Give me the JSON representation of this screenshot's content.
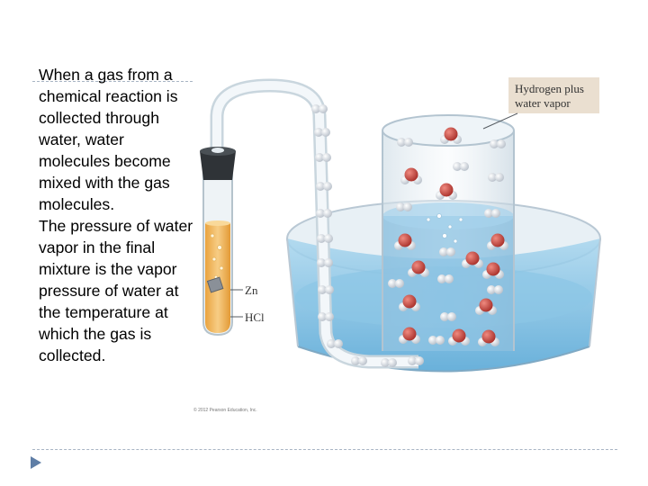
{
  "slide": {
    "paragraph_1": "When a gas from a chemical reaction is collected through water, water molecules become mixed with the gas molecules.",
    "paragraph_2": "The pressure of water vapor in the final mixture is the vapor pressure of water at the temperature at which the gas is collected."
  },
  "figure": {
    "callout_line_1": "Hydrogen plus",
    "callout_line_2": "water vapor",
    "label_zn": "Zn",
    "label_hcl": "HCl",
    "copyright": "© 2012 Pearson Education, Inc."
  },
  "colors": {
    "water": "#7fbfe0",
    "acid": "#f0b45a",
    "oxygen": "#c8423a",
    "hydrogen": "#e4e8ee"
  }
}
